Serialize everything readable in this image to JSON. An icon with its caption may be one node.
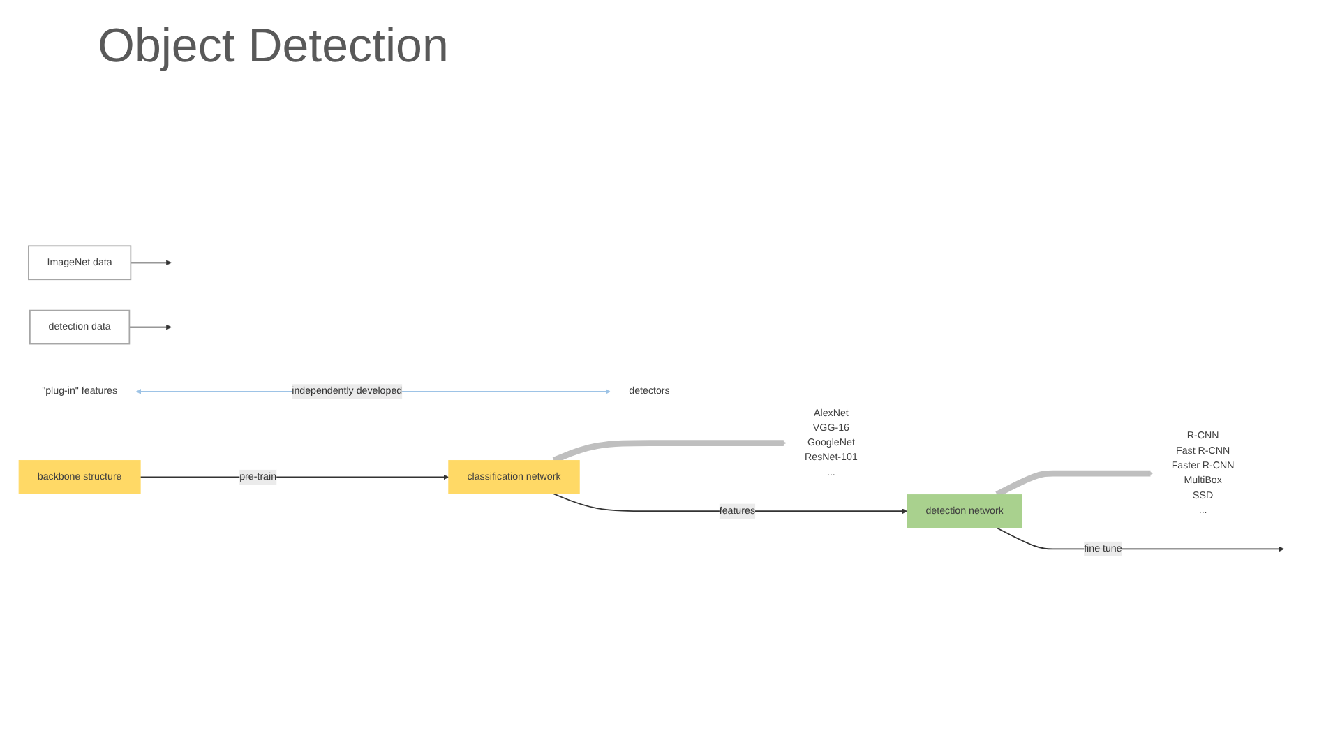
{
  "diagram": {
    "title": "Object Detection",
    "nodes": [
      {
        "text": [
          "ImageNet data"
        ]
      },
      {
        "text": [
          "backbone structure"
        ]
      },
      {
        "text": [
          "classification network"
        ]
      },
      {
        "text": [
          "detection network"
        ]
      },
      {
        "text": [
          "detection data"
        ]
      },
      {
        "text": [
          "AlexNet",
          "VGG-16",
          "GoogleNet",
          "ResNet-101",
          "..."
        ]
      },
      {
        "text": [
          "R-CNN",
          "Fast R-CNN",
          "Faster R-CNN",
          "MultiBox",
          "SSD",
          "..."
        ]
      },
      {
        "text": [
          "\"plug-in\" features"
        ]
      },
      {
        "text": [
          "detectors"
        ]
      }
    ],
    "edges": [
      {
        "from": 1,
        "to": 2,
        "arrow": "to",
        "label": "pre-train"
      },
      {
        "from": 0,
        "to": null,
        "arrow": "to"
      },
      {
        "from": 2,
        "to": 3,
        "arrow": "to",
        "label": "features"
      },
      {
        "from": 3,
        "to": null,
        "arrow": "to",
        "label": "fine tune"
      },
      {
        "from": 4,
        "to": null,
        "arrow": "to"
      },
      {
        "from": 2,
        "to": 5,
        "arrow": "to",
        "style": "thick",
        "color": "#bfbfbf"
      },
      {
        "from": 3,
        "to": 6,
        "arrow": "to",
        "style": "thick",
        "color": "#bfbfbf"
      },
      {
        "from": 7,
        "to": 8,
        "arrow": "both",
        "label": "independently developed",
        "color": "#9dc3e6"
      }
    ]
  }
}
